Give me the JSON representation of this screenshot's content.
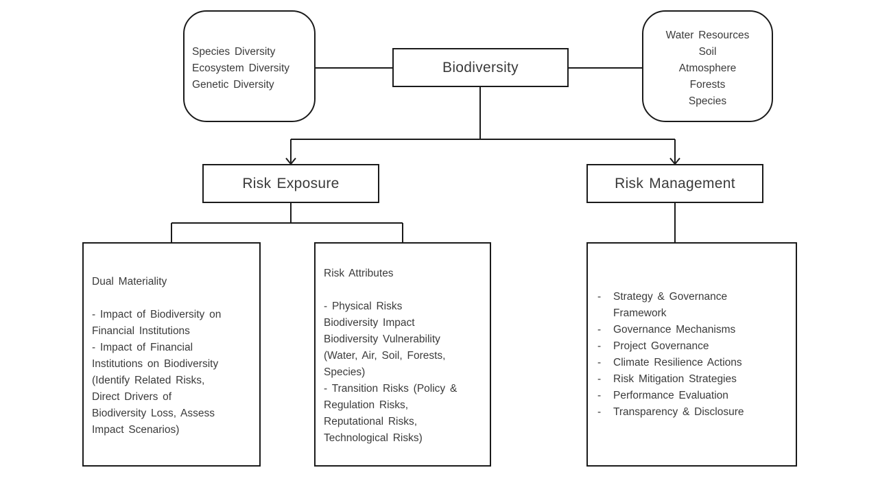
{
  "diagram": {
    "colors": {
      "line": "#1a1a1a",
      "text": "#3a3a3a",
      "background": "#ffffff"
    },
    "biodiversity": {
      "label": "Biodiversity"
    },
    "diversity_note": {
      "lines": "Species Diversity\nEcosystem Diversity\nGenetic Diversity"
    },
    "resources_note": {
      "lines": "Water Resources\nSoil\nAtmosphere\nForests\nSpecies"
    },
    "risk_exposure": {
      "label": "Risk Exposure"
    },
    "risk_management": {
      "label": "Risk Management"
    },
    "dual_materiality": {
      "title": "Dual Materiality",
      "body": "- Impact of Biodiversity on\nFinancial Institutions\n- Impact of Financial\nInstitutions on Biodiversity\n(Identify Related Risks,\nDirect Drivers of\nBiodiversity Loss, Assess\nImpact Scenarios)"
    },
    "risk_attributes": {
      "title": "Risk Attributes",
      "body": "- Physical Risks\nBiodiversity Impact\nBiodiversity Vulnerability\n(Water, Air, Soil, Forests,\nSpecies)\n- Transition Risks (Policy &\nRegulation Risks,\nReputational Risks,\nTechnological Risks)"
    },
    "management_details": {
      "items": [
        "Strategy & Governance\nFramework",
        "Governance Mechanisms",
        "Project Governance",
        "Climate Resilience Actions",
        "Risk Mitigation Strategies",
        "Performance Evaluation",
        "Transparency & Disclosure"
      ]
    }
  }
}
